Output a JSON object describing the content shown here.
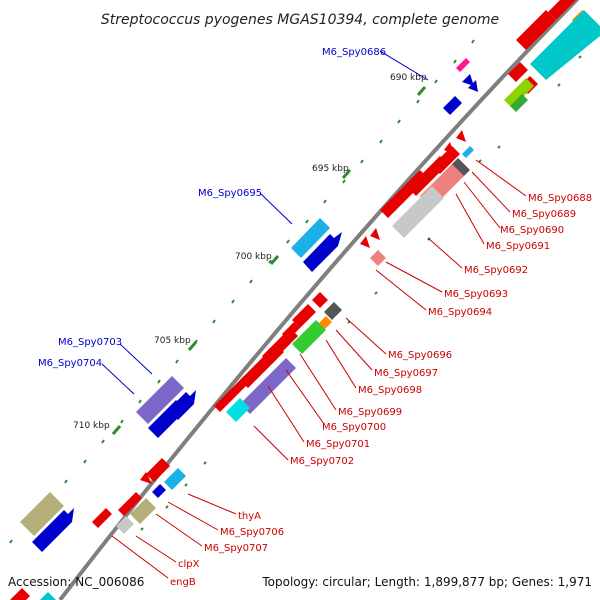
{
  "title": "Streptococcus pyogenes MGAS10394, complete genome",
  "footer": {
    "accession": "Accession: NC_006086",
    "summary": "Topology: circular; Length: 1,899,877 bp; Genes: 1,971"
  },
  "colors": {
    "backbone": "#7f7f7f",
    "tick": "#2e8b2e",
    "label_blue": "#0000cc",
    "label_red": "#cc0000"
  },
  "kbp_labels": [
    "690 kbp",
    "695 kbp",
    "700 kbp",
    "705 kbp",
    "710 kbp"
  ],
  "gene_labels_blue": [
    "M6_Spy0686",
    "M6_Spy0695",
    "M6_Spy0703",
    "M6_Spy0704"
  ],
  "gene_labels_red": [
    "M6_Spy0688",
    "M6_Spy0689",
    "M6_Spy0690",
    "M6_Spy0691",
    "M6_Spy0692",
    "M6_Spy0693",
    "M6_Spy0694",
    "M6_Spy0696",
    "M6_Spy0697",
    "M6_Spy0698",
    "M6_Spy0699",
    "M6_Spy0700",
    "M6_Spy0701",
    "M6_Spy0702",
    "thyA",
    "M6_Spy0706",
    "M6_Spy0707",
    "clpX",
    "engB"
  ]
}
